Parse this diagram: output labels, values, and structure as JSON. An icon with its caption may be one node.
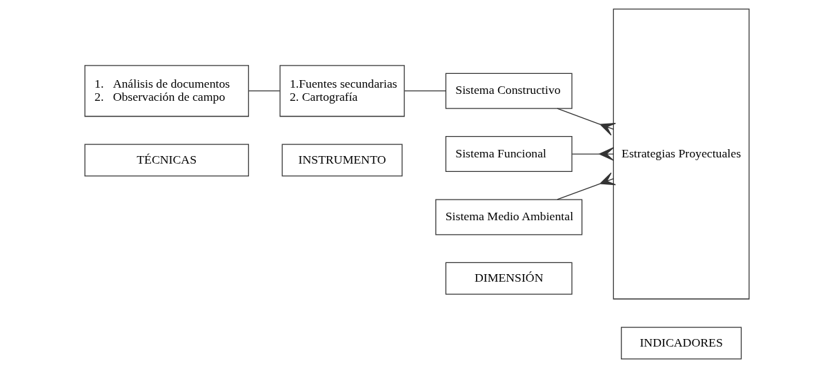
{
  "diagram": {
    "nodes": [
      {
        "text": [
          "TÉCNICAS"
        ]
      },
      {
        "text": [
          "INSTRUMENTO"
        ]
      },
      {
        "text": [
          "DIMENSIÓN"
        ]
      },
      {
        "text": [
          "INDICADORES"
        ]
      },
      {
        "text": [
          "1.   Análisis de documentos",
          "2.   Observación de campo"
        ]
      },
      {
        "text": [
          "1.Fuentes secundarias",
          "2. Cartografía"
        ]
      },
      {
        "text": [
          "Sistema Constructivo"
        ]
      },
      {
        "text": [
          "Sistema Funcional"
        ]
      },
      {
        "text": [
          "Sistema Medio Ambiental"
        ]
      },
      {
        "text": [
          "Estrategias Proyectuales"
        ]
      }
    ],
    "edges": [
      {
        "from": 4,
        "to": 5,
        "arrow": "none"
      },
      {
        "from": 5,
        "to": 6,
        "arrow": "none"
      },
      {
        "from": 6,
        "to": 9,
        "arrow": "other"
      },
      {
        "from": 7,
        "to": 9,
        "arrow": "other"
      },
      {
        "from": 8,
        "to": 9,
        "arrow": "other"
      }
    ]
  }
}
